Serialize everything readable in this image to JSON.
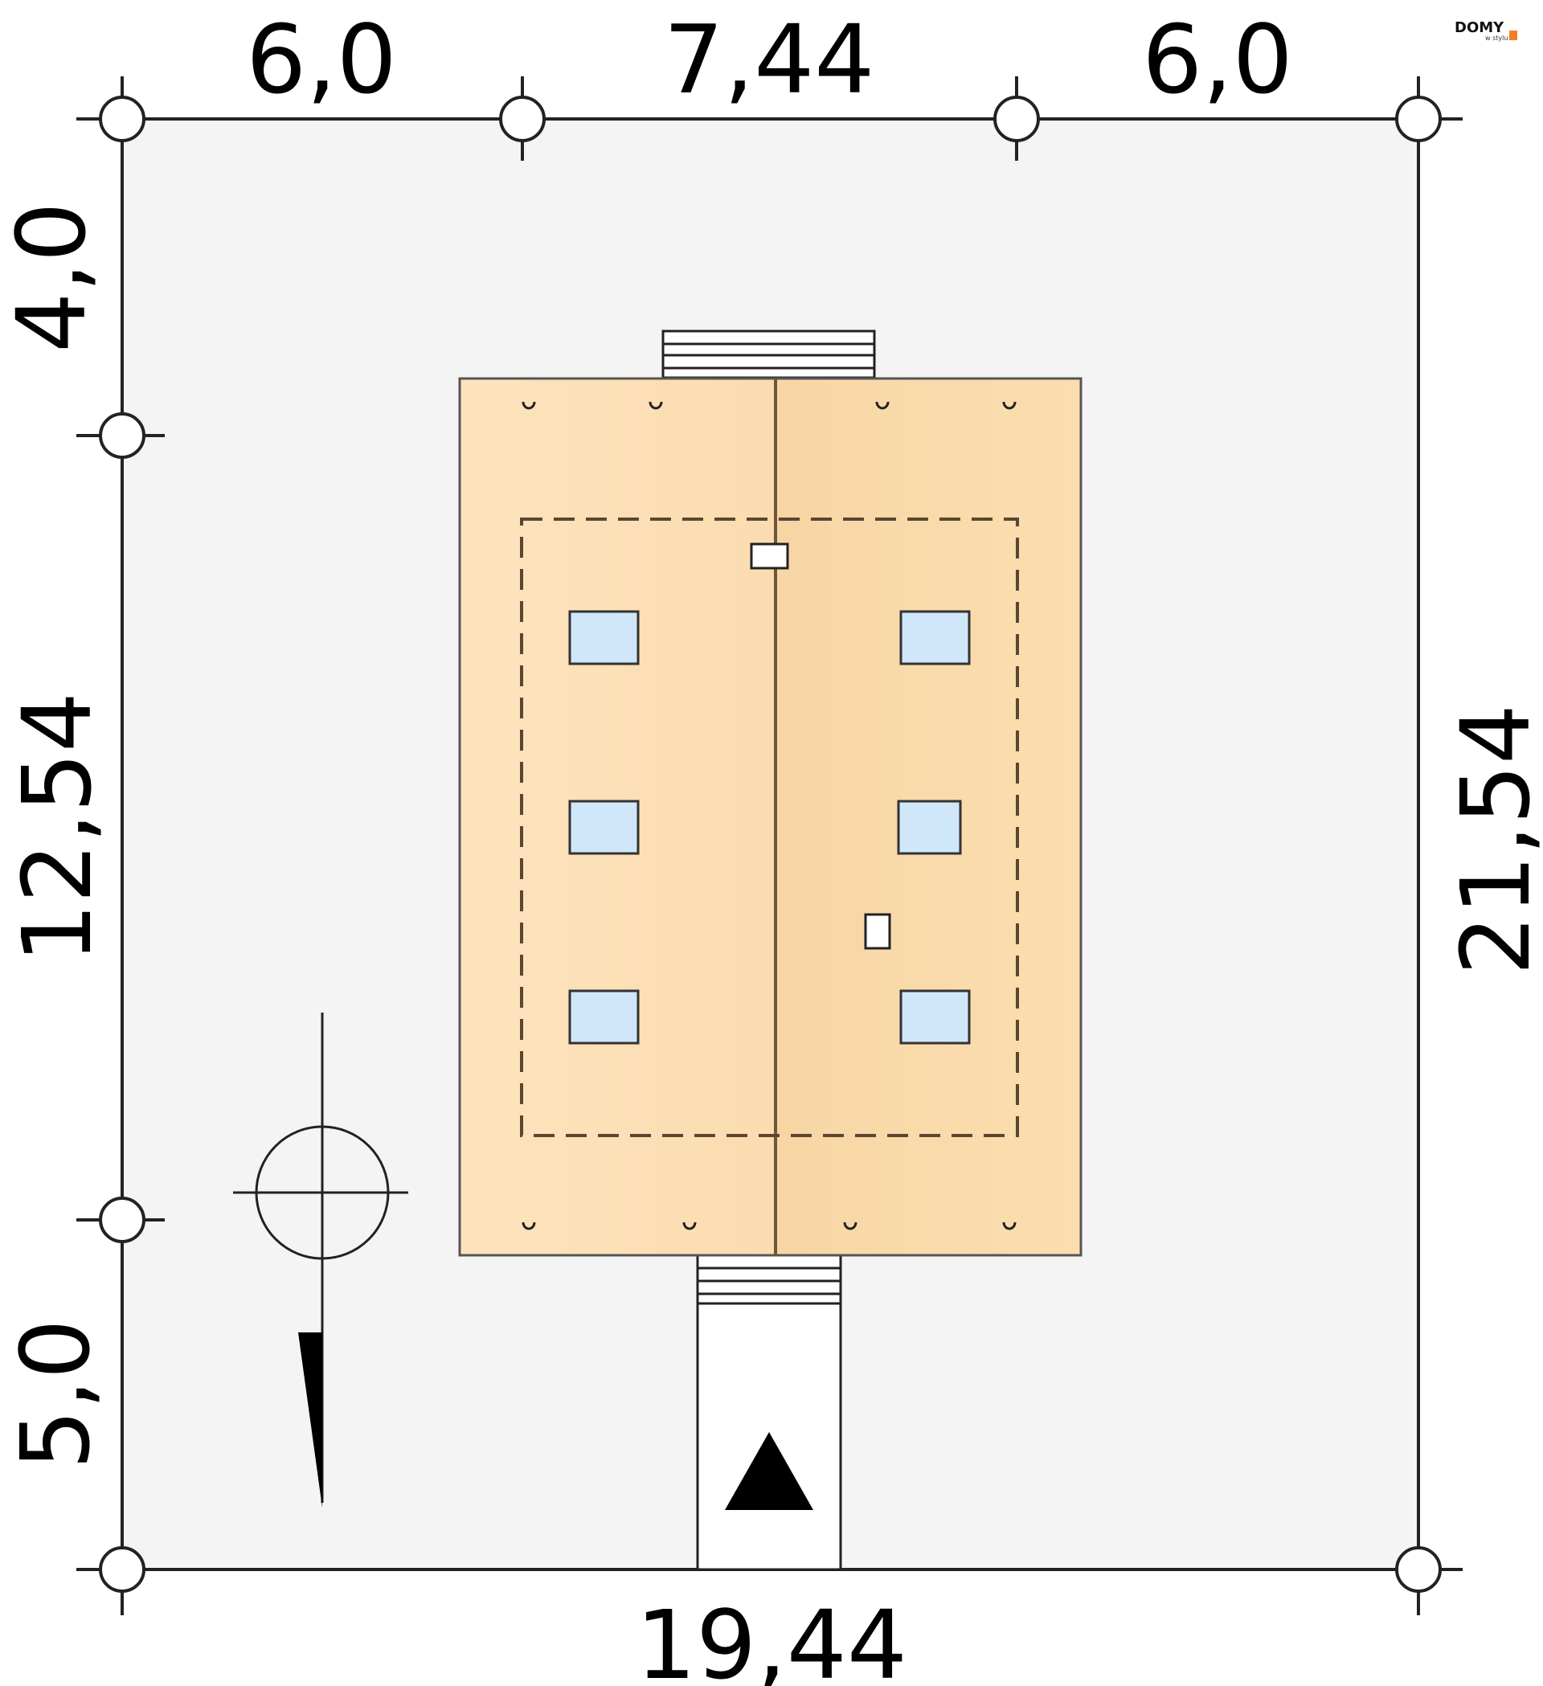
{
  "brand": {
    "name": "DOMY",
    "sub": "w stylu",
    "accent": "#f07f2a"
  },
  "dimensions": {
    "top_left": "6,0",
    "top_middle": "7,44",
    "top_right": "6,0",
    "left_top": "4,0",
    "left_middle": "12,54",
    "left_bottom": "5,0",
    "right_total": "21,54",
    "bottom_total": "19,44"
  },
  "colors": {
    "plot": "#f4f4f5",
    "roof_left": "#fde2bb",
    "roof_right": "#f8d49d",
    "window": "#cfe7f8",
    "outline": "#222222",
    "ridge": "#7a6040"
  },
  "icons": {
    "compass": "north-arrow-icon",
    "entrance": "entrance-arrow-icon"
  }
}
